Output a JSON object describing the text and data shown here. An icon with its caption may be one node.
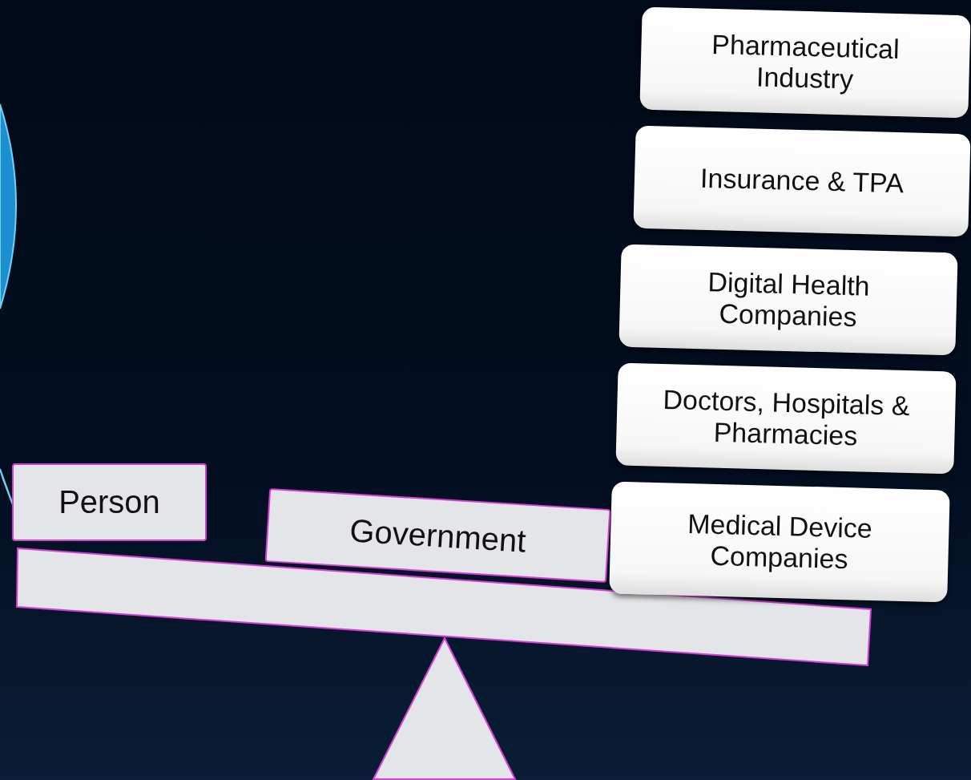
{
  "diagram": {
    "nodes": [
      {
        "text": [
          "Pharmaceutical Industry"
        ]
      },
      {
        "text": [
          "Insurance & TPA"
        ]
      },
      {
        "text": [
          "Digital Health Companies"
        ]
      },
      {
        "text": [
          "Doctors, Hospitals & Pharmacies"
        ]
      },
      {
        "text": [
          "Medical Device Companies"
        ]
      },
      {
        "text": [
          "Person"
        ]
      },
      {
        "text": [
          "Government"
        ]
      },
      {
        "text": [],
        "shape": "bar"
      },
      {
        "text": [],
        "shape": "triangle"
      },
      {
        "text": [],
        "shape": "bubble"
      }
    ]
  }
}
